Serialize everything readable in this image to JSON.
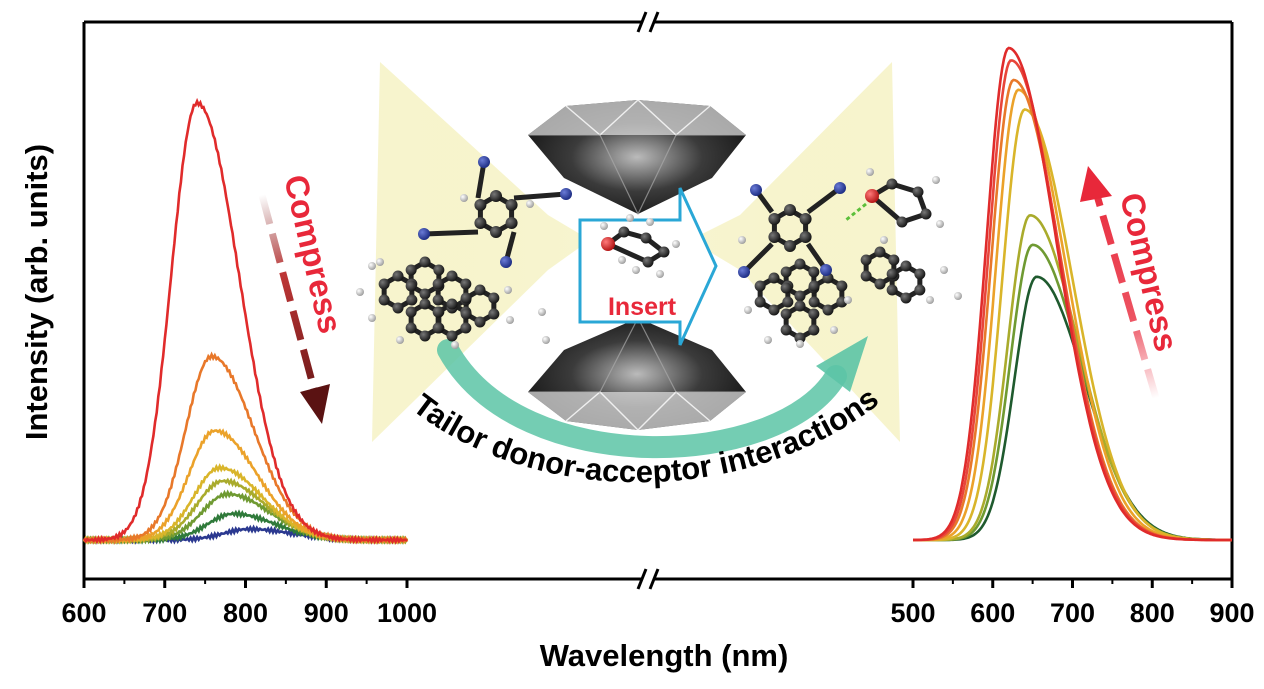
{
  "chart_data": {
    "type": "line",
    "ylabel": "Intensity (arb. units)",
    "xlabel": "Wavelength (nm)",
    "panels": [
      {
        "name": "left",
        "xlim": [
          600,
          1000
        ],
        "xticks": [
          600,
          700,
          800,
          900,
          1000
        ],
        "series": [
          {
            "color": "#e02b2b",
            "peak": 740,
            "amp": 1.0
          },
          {
            "color": "#e8782a",
            "peak": 758,
            "amp": 0.42
          },
          {
            "color": "#eba22a",
            "peak": 762,
            "amp": 0.25
          },
          {
            "color": "#d9b52a",
            "peak": 768,
            "amp": 0.165
          },
          {
            "color": "#a9ab2c",
            "peak": 772,
            "amp": 0.135
          },
          {
            "color": "#6f9a32",
            "peak": 778,
            "amp": 0.105
          },
          {
            "color": "#2f7a3a",
            "peak": 785,
            "amp": 0.06
          },
          {
            "color": "#2b3990",
            "peak": 805,
            "amp": 0.025
          }
        ]
      },
      {
        "name": "right",
        "xlim": [
          500,
          900
        ],
        "xticks": [
          500,
          600,
          700,
          800,
          900
        ],
        "series": [
          {
            "color": "#e02b2b",
            "peak": 620,
            "amp": 1.0
          },
          {
            "color": "#e8453a",
            "peak": 623,
            "amp": 0.975
          },
          {
            "color": "#e8782a",
            "peak": 626,
            "amp": 0.935
          },
          {
            "color": "#eba22a",
            "peak": 632,
            "amp": 0.915
          },
          {
            "color": "#d9b52a",
            "peak": 640,
            "amp": 0.875
          },
          {
            "color": "#a9ab2c",
            "peak": 647,
            "amp": 0.66
          },
          {
            "color": "#6f9a32",
            "peak": 650,
            "amp": 0.6
          },
          {
            "color": "#1f5a2e",
            "peak": 655,
            "amp": 0.535
          }
        ]
      }
    ],
    "annotations": {
      "compress_left": "Compress",
      "compress_right": "Compress",
      "insert": "Insert",
      "tailor": "Tailor donor-acceptor interactions"
    }
  },
  "colors": {
    "arrow_left": "#7a1b1b",
    "arrow_right": "#e8283a",
    "insert_arrow": "#2aa7d6",
    "curved_arrow": "#5cc4a6",
    "glow": "#f2eeb0"
  }
}
